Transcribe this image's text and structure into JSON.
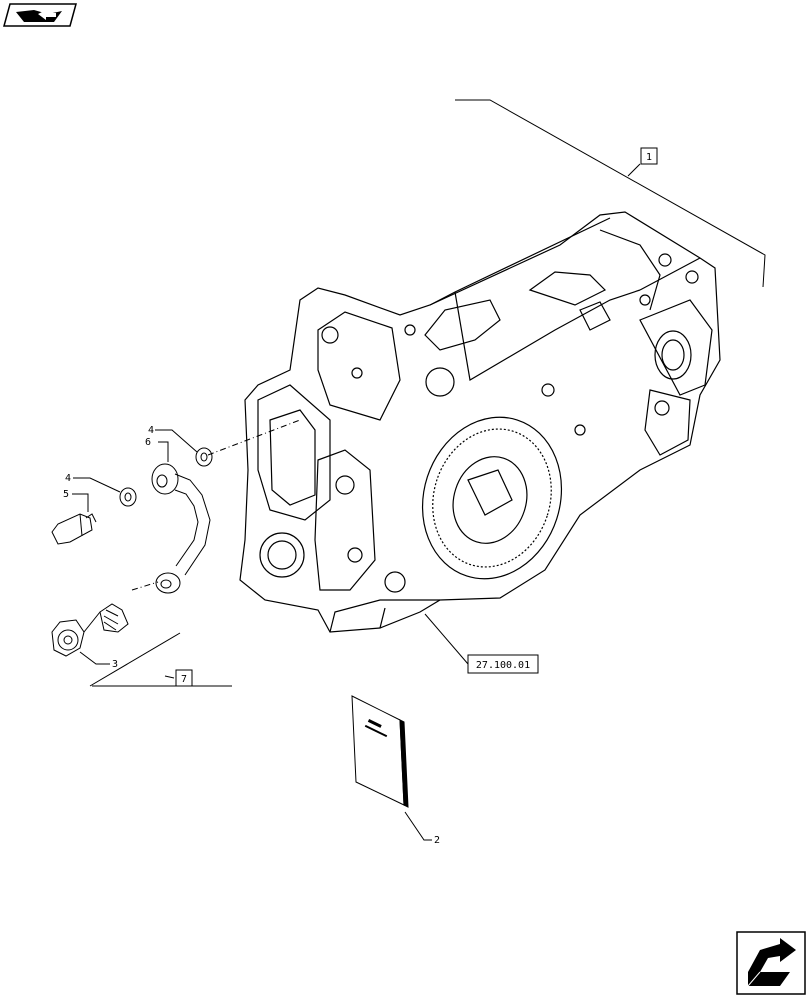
{
  "callouts": {
    "c1": "1",
    "c2": "2",
    "c3": "3",
    "c4a": "4",
    "c4b": "4",
    "c5": "5",
    "c6": "6",
    "c7": "7",
    "ref": "27.100.01"
  },
  "icons": {
    "top_left": "book-arrow-icon",
    "bottom_right": "next-page-arrow-icon"
  }
}
